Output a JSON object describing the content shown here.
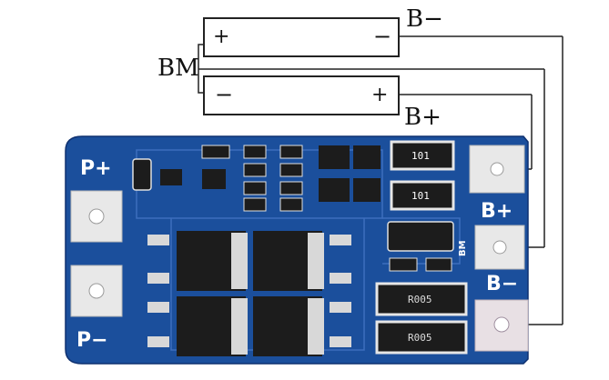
{
  "diagram": {
    "battery_1": {
      "positive": "+",
      "negative": "−"
    },
    "battery_2": {
      "negative": "−",
      "positive": "+"
    },
    "labels": {
      "bm": "BM",
      "b_minus": "B−",
      "b_plus": "B+"
    }
  },
  "board": {
    "labels": {
      "p_plus": "P+",
      "p_minus": "P−",
      "b_plus": "B+",
      "b_minus": "B−",
      "bm": "BM"
    },
    "resistors": [
      "101",
      "101"
    ],
    "shunts": [
      "R005",
      "R005"
    ]
  },
  "colors": {
    "pcb": "#1b4f9c",
    "pcb_dark": "#123a78",
    "pad": "#e6e6e6",
    "component": "#1c1c1c",
    "wire": "#222222"
  }
}
